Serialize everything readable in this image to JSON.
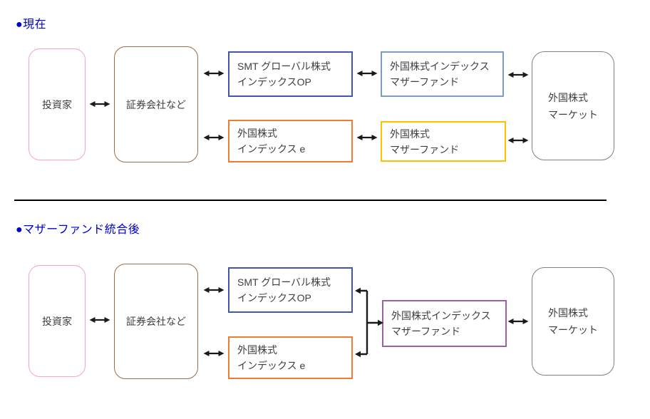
{
  "colors": {
    "title_blue": "#0000CC",
    "text": "#3F3F3F",
    "arrow_black": "#1A1A1A",
    "investor_border": "#F5A3C7",
    "broker_border": "#9C6A45",
    "smt_border": "#4456AC",
    "index_mother_border": "#7C9CC6",
    "index_e_border": "#ED7D31",
    "foreign_mother_border": "#FFC000",
    "merged_mother_border": "#9E5FA7",
    "market_border": "#808080"
  },
  "icons": {
    "double_arrow": "↔"
  },
  "sections": {
    "current": {
      "title": "●現在",
      "nodes": {
        "investor": {
          "label": "投資家"
        },
        "broker": {
          "label": "証券会社など"
        },
        "smt_op": {
          "line1": "SMT グローバル株式",
          "line2": "インデックスOP"
        },
        "index_mother": {
          "line1": "外国株式インデックス",
          "line2": "マザーファンド"
        },
        "index_e": {
          "line1": "外国株式",
          "line2": "インデックス e"
        },
        "foreign_mother": {
          "line1": "外国株式",
          "line2": "マザーファンド"
        },
        "market": {
          "line1": "外国株式",
          "line2": "マーケット"
        }
      }
    },
    "after": {
      "title": "●マザーファンド統合後",
      "nodes": {
        "investor": {
          "label": "投資家"
        },
        "broker": {
          "label": "証券会社など"
        },
        "smt_op": {
          "line1": "SMT グローバル株式",
          "line2": "インデックスOP"
        },
        "index_e": {
          "line1": "外国株式",
          "line2": "インデックス e"
        },
        "merged_mother": {
          "line1": "外国株式インデックス",
          "line2": "マザーファンド"
        },
        "market": {
          "line1": "外国株式",
          "line2": "マーケット"
        }
      }
    }
  }
}
